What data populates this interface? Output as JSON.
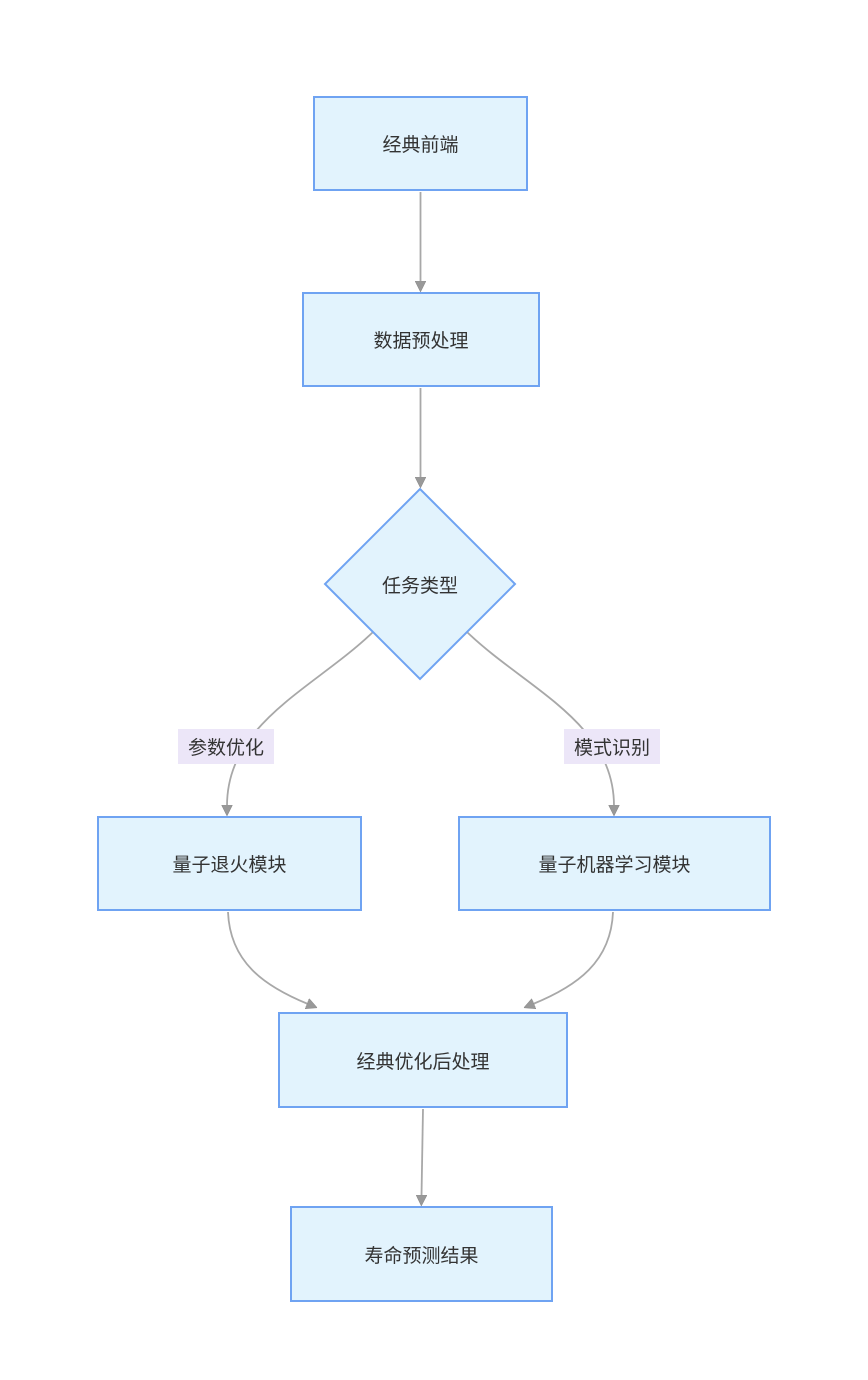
{
  "diagram": {
    "type": "flowchart",
    "direction": "top-down",
    "colors": {
      "background": "#ffffff",
      "node_fill": "#e2f3fd",
      "node_border": "#6fa3f2",
      "edge_color": "#a8a8a8",
      "arrow_fill": "#999999",
      "arrow_stroke": "#8a8a8a",
      "edge_label_bg": "#ece6f8",
      "text_color": "#333333"
    },
    "nodes": {
      "frontend": {
        "label": "经典前端",
        "shape": "rect"
      },
      "preprocess": {
        "label": "数据预处理",
        "shape": "rect"
      },
      "decision": {
        "label": "任务类型",
        "shape": "diamond"
      },
      "annealing": {
        "label": "量子退火模块",
        "shape": "rect"
      },
      "qml": {
        "label": "量子机器学习模块",
        "shape": "rect"
      },
      "postprocess": {
        "label": "经典优化后处理",
        "shape": "rect"
      },
      "result": {
        "label": "寿命预测结果",
        "shape": "rect"
      }
    },
    "edge_labels": {
      "parameter_optimization": "参数优化",
      "pattern_recognition": "模式识别"
    },
    "edges": [
      {
        "from": "经典前端",
        "to": "数据预处理",
        "label": ""
      },
      {
        "from": "数据预处理",
        "to": "任务类型",
        "label": ""
      },
      {
        "from": "任务类型",
        "to": "量子退火模块",
        "label": "参数优化"
      },
      {
        "from": "任务类型",
        "to": "量子机器学习模块",
        "label": "模式识别"
      },
      {
        "from": "量子退火模块",
        "to": "经典优化后处理",
        "label": ""
      },
      {
        "from": "量子机器学习模块",
        "to": "经典优化后处理",
        "label": ""
      },
      {
        "from": "经典优化后处理",
        "to": "寿命预测结果",
        "label": ""
      }
    ]
  }
}
